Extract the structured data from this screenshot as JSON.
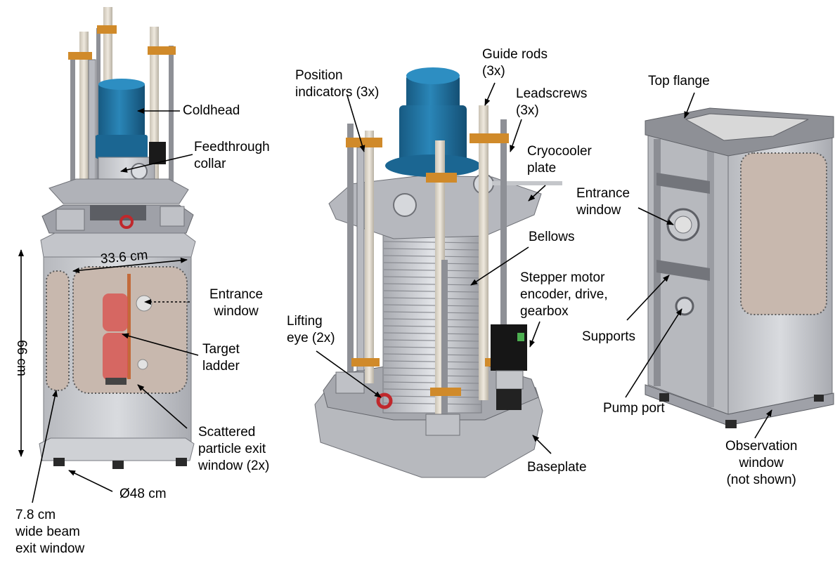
{
  "colors": {
    "steel": "#c6c8cc",
    "steel_dark": "#8e9096",
    "coldhead": "#1f6f9e",
    "coldhead_dark": "#175a82",
    "bracket": "#d08a2a",
    "target": "#d9534f",
    "window_tint": "#c8b8ae",
    "lifting_eye": "#c0282c"
  },
  "labels": {
    "coldhead": [
      "Coldhead"
    ],
    "feedthrough": [
      "Feedthrough",
      "collar"
    ],
    "width": [
      "33.6 cm"
    ],
    "height": [
      "66 cm"
    ],
    "entrance_left": [
      "Entrance",
      "window"
    ],
    "target": [
      "Target",
      "ladder"
    ],
    "scattered": [
      "Scattered",
      "particle exit",
      "window (2x)"
    ],
    "diameter": [
      "Ø48 cm"
    ],
    "beam_exit": [
      "7.8 cm",
      "wide beam",
      "exit window"
    ],
    "position": [
      "Position",
      "indicators (3x)"
    ],
    "guide": [
      "Guide rods",
      "(3x)"
    ],
    "leadscrews": [
      "Leadscrews",
      "(3x)"
    ],
    "cryocooler": [
      "Cryocooler",
      "plate"
    ],
    "bellows": [
      "Bellows"
    ],
    "stepper": [
      "Stepper motor",
      "encoder, drive,",
      "gearbox"
    ],
    "lifting": [
      "Lifting",
      "eye (2x)"
    ],
    "baseplate": [
      "Baseplate"
    ],
    "top_flange": [
      "Top flange"
    ],
    "entrance_right": [
      "Entrance",
      "window"
    ],
    "supports": [
      "Supports"
    ],
    "pump": [
      "Pump port"
    ],
    "observation": [
      "Observation",
      "window",
      "(not shown)"
    ]
  }
}
